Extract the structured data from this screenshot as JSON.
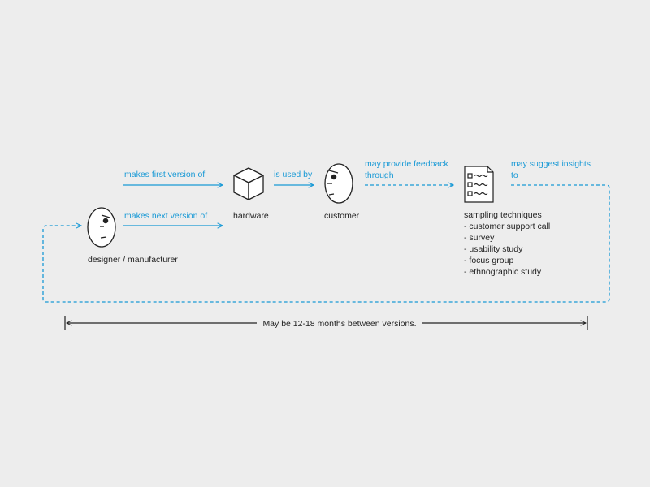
{
  "colors": {
    "accent": "#1a9ad6",
    "ink": "#222222",
    "background": "#ededed"
  },
  "actors": {
    "designer": {
      "label": "designer / manufacturer",
      "icon": "face-icon"
    },
    "hardware": {
      "label": "hardware",
      "icon": "cube-icon"
    },
    "customer": {
      "label": "customer",
      "icon": "face-icon"
    },
    "sampling": {
      "icon": "document-checklist-icon",
      "title": "sampling techniques",
      "items": [
        "- customer support call",
        "- survey",
        "- usability study",
        "- focus group",
        "- ethnographic study"
      ]
    }
  },
  "arrows": {
    "first_version": "makes first version of",
    "next_version": "makes next version of",
    "used_by": "is used by",
    "feedback": {
      "line1": "may provide feedback",
      "line2": "through"
    },
    "insights": {
      "line1": "may suggest insights",
      "line2": "to"
    }
  },
  "timeline": {
    "label": "May be 12-18 months between versions."
  }
}
